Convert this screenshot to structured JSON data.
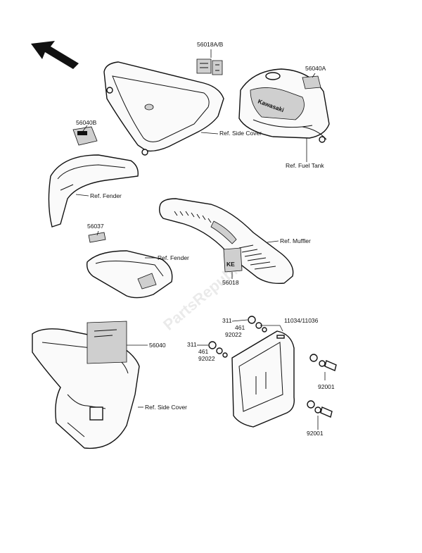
{
  "labels": {
    "p56018ab": "56018A/B",
    "p56040a": "56040A",
    "p56040b": "56040B",
    "ref_side_cover_top": "Ref. Side Cover",
    "ref_fuel_tank": "Ref. Fuel Tank",
    "ref_fender_top": "Ref. Fender",
    "p56037": "56037",
    "ref_muffler": "Ref. Muffler",
    "ref_fender_mid": "Ref. Fender",
    "p56018": "56018",
    "p311_a": "311",
    "p11034": "11034/11036",
    "p461_a": "461",
    "p92022_a": "92022",
    "p311_b": "311",
    "p461_b": "461",
    "p92022_b": "92022",
    "p56040": "56040",
    "ref_side_cover_bot": "Ref. Side Cover",
    "p92001_a": "92001",
    "p92001_b": "92001"
  },
  "tank_decal_text": "Kawasaki",
  "side_decal_text": "KE",
  "watermark": "PartsRepublik"
}
